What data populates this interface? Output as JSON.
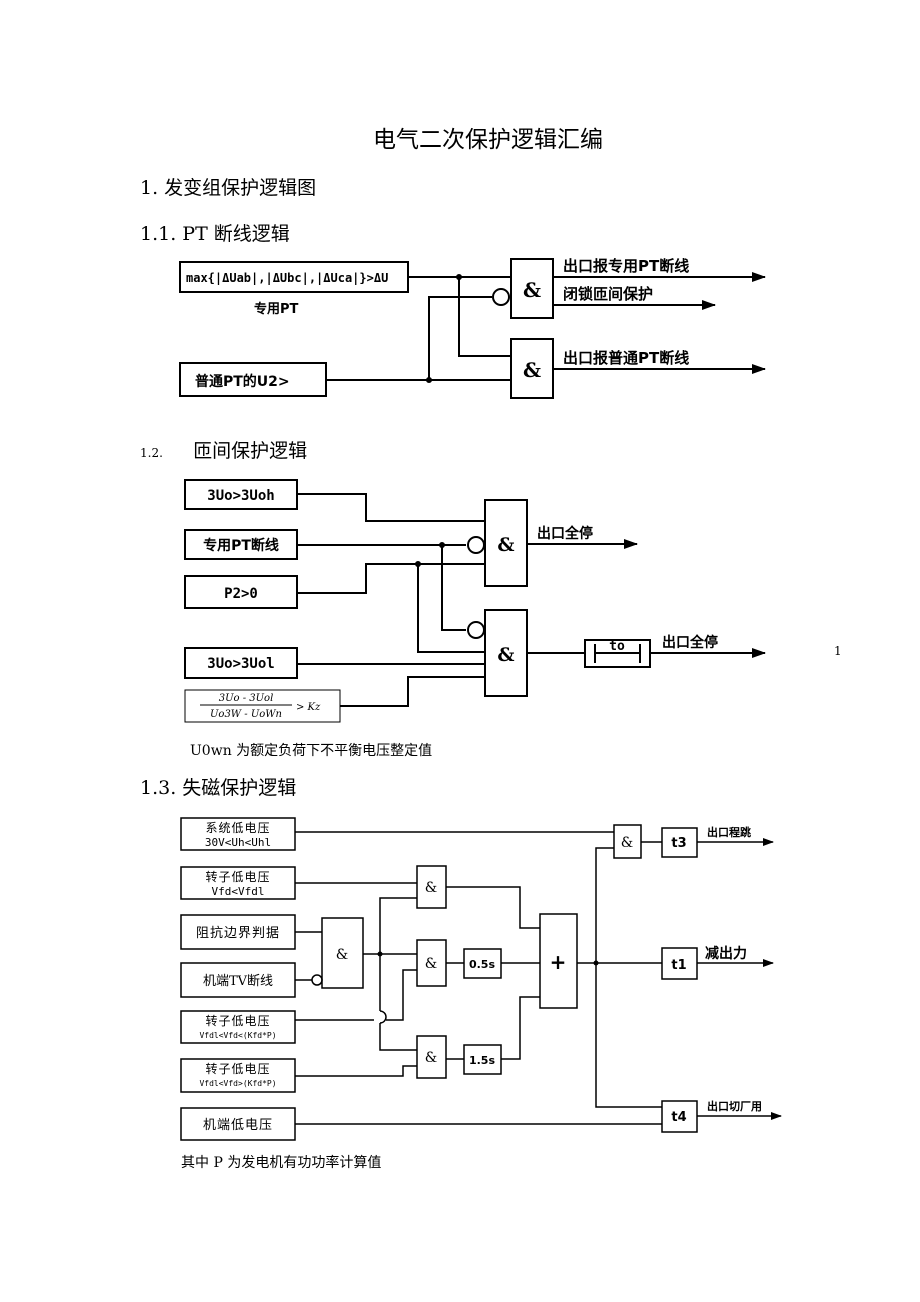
{
  "title": "电气二次保护逻辑汇编",
  "section1": "1.  发变组保护逻辑图",
  "section1_1": "1.1.  PT 断线逻辑",
  "section1_2_num": "1.2.",
  "section1_2_text": "匝间保护逻辑",
  "section1_3": "1.3.  失磁保护逻辑",
  "page_number": "1",
  "pt_diagram": {
    "input1": "max{|ΔUab|,|ΔUbc|,|ΔUca|}>ΔU",
    "input1_label": "专用PT",
    "input2": "普通PT的U2>",
    "gate": "&",
    "out1": "出口报专用PT断线",
    "out2": "闭锁匝间保护",
    "out3": "出口报普通PT断线"
  },
  "turn_diagram": {
    "in1": "3Uo>3Uoh",
    "in2": "专用PT断线",
    "in3": "P2>0",
    "in4": "3Uo>3Uol",
    "formula_num": "3Uo - 3Uol",
    "formula_den": "Uo3W - UoWn",
    "formula_rel": "> Kz",
    "gate": "&",
    "timer": "to",
    "out1": "出口全停",
    "out2": "出口全停"
  },
  "note_turn": "U0wn 为额定负荷下不平衡电压整定值",
  "loss_diagram": {
    "in1_l1": "系统低电压",
    "in1_l2": "30V<Uh<Uhl",
    "in2_l1": "转子低电压",
    "in2_l2": "Vfd<Vfdl",
    "in3": "阻抗边界判据",
    "in4": "机端TV断线",
    "in5_l1": "转子低电压",
    "in5_l2": "Vfdl<Vfd<(Kfd*P)",
    "in6_l1": "转子低电压",
    "in6_l2": "Vfdl<Vfd>(Kfd*P)",
    "in7": "机端低电压",
    "gate_and": "&",
    "gate_or": "+",
    "d1": "0.5s",
    "d2": "1.5s",
    "t3": "t3",
    "t1": "t1",
    "t4": "t4",
    "out_t3": "出口程跳",
    "out_t1": "减出力",
    "out_t4": "出口切厂用"
  },
  "note_loss": "其中 P 为发电机有功功率计算值"
}
